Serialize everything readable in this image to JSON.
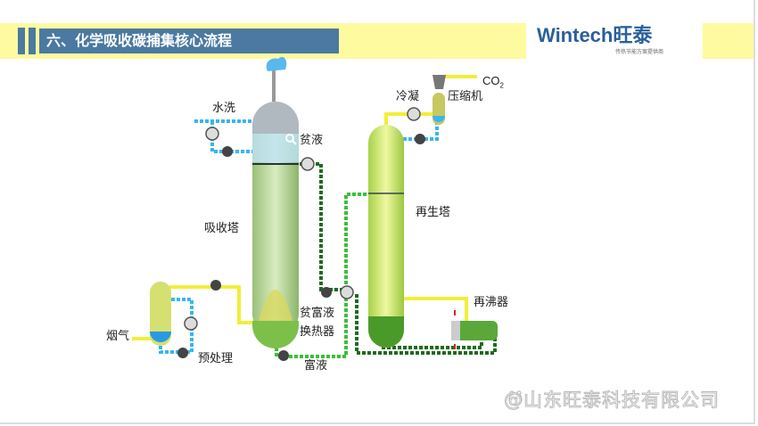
{
  "header": {
    "title": "六、化学吸收碳捕集核心流程",
    "logo_text": "Wintech旺泰",
    "logo_tagline": "传热节能方案提供商"
  },
  "labels": {
    "water_wash": "水洗",
    "lean_liquid": "贫液",
    "absorber": "吸收塔",
    "condense": "冷凝",
    "compressor": "压缩机",
    "co2": "CO",
    "co2_sub": "2",
    "regenerator": "再生塔",
    "reboiler": "再沸器",
    "heat_exchanger_1": "贫富液",
    "heat_exchanger_2": "换热器",
    "flue_gas": "烟气",
    "pretreatment": "预处理",
    "rich_liquid": "富液"
  },
  "watermark": "@山东旺泰科技有限公司",
  "colors": {
    "title_bg": "#4b79a1",
    "banner": "#fdfaa0",
    "gas_line": "#f2ee3a",
    "water_line": "#38b6f0",
    "rich_line": "#2a8a2a"
  }
}
